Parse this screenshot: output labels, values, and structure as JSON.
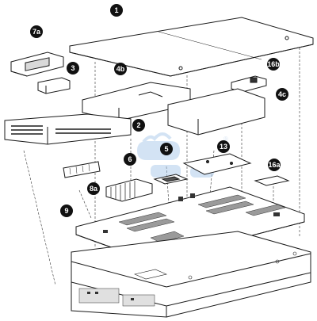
{
  "callouts": [
    {
      "id": "c1",
      "label": "1"
    },
    {
      "id": "c7a",
      "label": "7a"
    },
    {
      "id": "c3",
      "label": "3"
    },
    {
      "id": "c4b",
      "label": "4b"
    },
    {
      "id": "c16b",
      "label": "16b"
    },
    {
      "id": "c4c",
      "label": "4c"
    },
    {
      "id": "c2",
      "label": "2"
    },
    {
      "id": "c5",
      "label": "5"
    },
    {
      "id": "c13",
      "label": "13"
    },
    {
      "id": "c6",
      "label": "6"
    },
    {
      "id": "c16a",
      "label": "16a"
    },
    {
      "id": "c8a",
      "label": "8a"
    },
    {
      "id": "c9",
      "label": "9"
    }
  ],
  "watermark": {
    "registered_mark": "®"
  },
  "colors": {
    "line": "#1a1a1a",
    "callout_fill": "#111111",
    "watermark": "#9fc3e8",
    "part_fill": "#ffffff",
    "shade": "#e9e9e9"
  }
}
